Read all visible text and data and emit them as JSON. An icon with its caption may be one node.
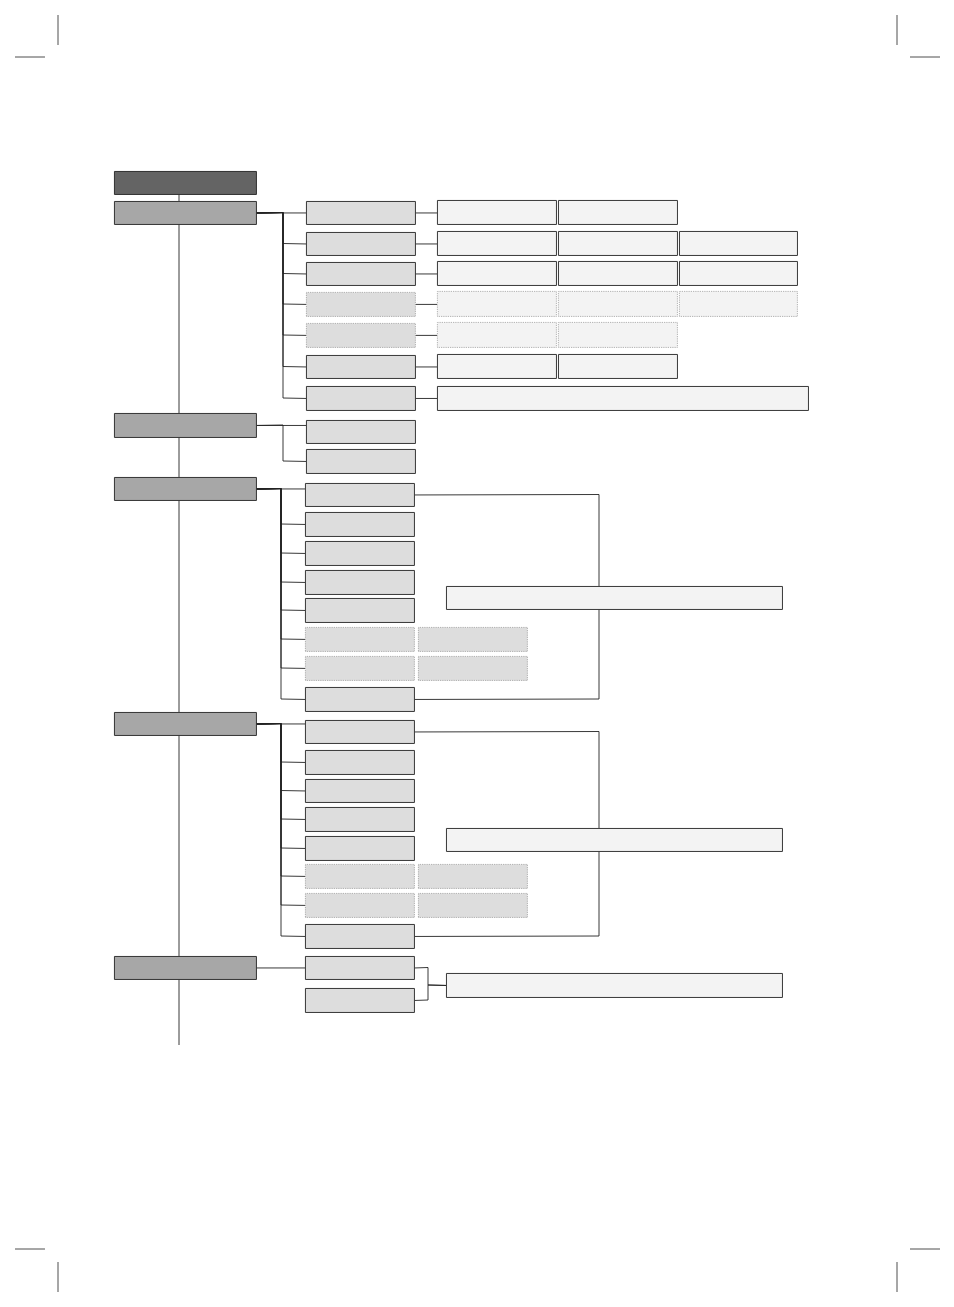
{
  "diagram": {
    "nodes": [
      {
        "text": [],
        "shape": "box"
      },
      {
        "text": [],
        "shape": "box"
      },
      {
        "text": [],
        "shape": "box"
      },
      {
        "text": [],
        "shape": "box"
      },
      {
        "text": [],
        "shape": "box"
      },
      {
        "text": [],
        "shape": "box"
      },
      {
        "text": [],
        "shape": "box"
      },
      {
        "text": [],
        "shape": "box"
      },
      {
        "text": [],
        "shape": "box"
      },
      {
        "text": [],
        "shape": "box"
      },
      {
        "text": [],
        "shape": "box"
      },
      {
        "text": [],
        "shape": "box"
      },
      {
        "text": [],
        "shape": "box"
      },
      {
        "text": [],
        "shape": "box"
      },
      {
        "text": [],
        "shape": "box"
      },
      {
        "text": [],
        "shape": "box"
      },
      {
        "text": [],
        "shape": "box"
      },
      {
        "text": [],
        "shape": "box"
      },
      {
        "text": [],
        "shape": "box"
      },
      {
        "text": [],
        "shape": "box"
      },
      {
        "text": [],
        "shape": "box"
      },
      {
        "text": [],
        "shape": "box"
      },
      {
        "text": [],
        "shape": "box"
      },
      {
        "text": [],
        "shape": "box"
      },
      {
        "text": [],
        "shape": "box"
      },
      {
        "text": [],
        "shape": "box"
      },
      {
        "text": [],
        "shape": "box"
      },
      {
        "text": [],
        "shape": "box"
      },
      {
        "text": [],
        "shape": "box"
      },
      {
        "text": [],
        "shape": "box"
      },
      {
        "text": [],
        "shape": "box"
      },
      {
        "text": [],
        "shape": "box"
      },
      {
        "text": [],
        "shape": "box"
      },
      {
        "text": [],
        "shape": "box"
      },
      {
        "text": [],
        "shape": "box"
      },
      {
        "text": [],
        "shape": "box"
      },
      {
        "text": [],
        "shape": "box"
      },
      {
        "text": [],
        "shape": "box"
      },
      {
        "text": [],
        "shape": "box"
      },
      {
        "text": [],
        "shape": "box"
      },
      {
        "text": [],
        "shape": "box"
      },
      {
        "text": [],
        "shape": "box"
      },
      {
        "text": [],
        "shape": "box"
      },
      {
        "text": [],
        "shape": "box"
      },
      {
        "text": [],
        "shape": "box"
      },
      {
        "text": [],
        "shape": "box"
      },
      {
        "text": [],
        "shape": "box"
      },
      {
        "text": [],
        "shape": "box"
      },
      {
        "text": [],
        "shape": "box"
      },
      {
        "text": [],
        "shape": "box"
      },
      {
        "text": [],
        "shape": "box"
      },
      {
        "text": [],
        "shape": "box"
      },
      {
        "text": [],
        "shape": "box"
      },
      {
        "text": [],
        "shape": "box"
      },
      {
        "text": [],
        "shape": "box"
      },
      {
        "text": [],
        "shape": "box"
      }
    ],
    "edges": [
      {
        "from": 0,
        "to": 1,
        "arrow": "none"
      },
      {
        "from": 1,
        "to": 25,
        "arrow": "none"
      },
      {
        "from": 25,
        "to": 28,
        "arrow": "none"
      },
      {
        "from": 28,
        "to": 40,
        "arrow": "none"
      },
      {
        "from": 40,
        "to": 52,
        "arrow": "none"
      },
      {
        "from": 52,
        "to": null,
        "arrow": "none"
      },
      {
        "from": 1,
        "to": 2,
        "arrow": "none"
      },
      {
        "from": 1,
        "to": 5,
        "arrow": "none"
      },
      {
        "from": 1,
        "to": 9,
        "arrow": "none"
      },
      {
        "from": 1,
        "to": 13,
        "arrow": "none"
      },
      {
        "from": 1,
        "to": 17,
        "arrow": "none"
      },
      {
        "from": 1,
        "to": 20,
        "arrow": "none"
      },
      {
        "from": 1,
        "to": 23,
        "arrow": "none"
      },
      {
        "from": 2,
        "to": 3,
        "arrow": "none"
      },
      {
        "from": 5,
        "to": 6,
        "arrow": "none"
      },
      {
        "from": 9,
        "to": 10,
        "arrow": "none"
      },
      {
        "from": 13,
        "to": 14,
        "arrow": "none"
      },
      {
        "from": 17,
        "to": 18,
        "arrow": "none"
      },
      {
        "from": 20,
        "to": 21,
        "arrow": "none"
      },
      {
        "from": 23,
        "to": 24,
        "arrow": "none"
      },
      {
        "from": 25,
        "to": 26,
        "arrow": "none"
      },
      {
        "from": 25,
        "to": 27,
        "arrow": "none"
      },
      {
        "from": 28,
        "to": 29,
        "arrow": "none"
      },
      {
        "from": 28,
        "to": 30,
        "arrow": "none"
      },
      {
        "from": 28,
        "to": 31,
        "arrow": "none"
      },
      {
        "from": 28,
        "to": 32,
        "arrow": "none"
      },
      {
        "from": 28,
        "to": 33,
        "arrow": "none"
      },
      {
        "from": 28,
        "to": 34,
        "arrow": "none"
      },
      {
        "from": 28,
        "to": 36,
        "arrow": "none"
      },
      {
        "from": 28,
        "to": 38,
        "arrow": "none"
      },
      {
        "from": 29,
        "to": 39,
        "arrow": "none"
      },
      {
        "from": 38,
        "to": 39,
        "arrow": "none"
      },
      {
        "from": 40,
        "to": 41,
        "arrow": "none"
      },
      {
        "from": 40,
        "to": 42,
        "arrow": "none"
      },
      {
        "from": 40,
        "to": 43,
        "arrow": "none"
      },
      {
        "from": 40,
        "to": 44,
        "arrow": "none"
      },
      {
        "from": 40,
        "to": 45,
        "arrow": "none"
      },
      {
        "from": 40,
        "to": 46,
        "arrow": "none"
      },
      {
        "from": 40,
        "to": 48,
        "arrow": "none"
      },
      {
        "from": 40,
        "to": 50,
        "arrow": "none"
      },
      {
        "from": 41,
        "to": 51,
        "arrow": "none"
      },
      {
        "from": 50,
        "to": 51,
        "arrow": "none"
      },
      {
        "from": 52,
        "to": 53,
        "arrow": "none"
      },
      {
        "from": 53,
        "to": 55,
        "arrow": "none"
      },
      {
        "from": 54,
        "to": 55,
        "arrow": "none"
      }
    ]
  }
}
